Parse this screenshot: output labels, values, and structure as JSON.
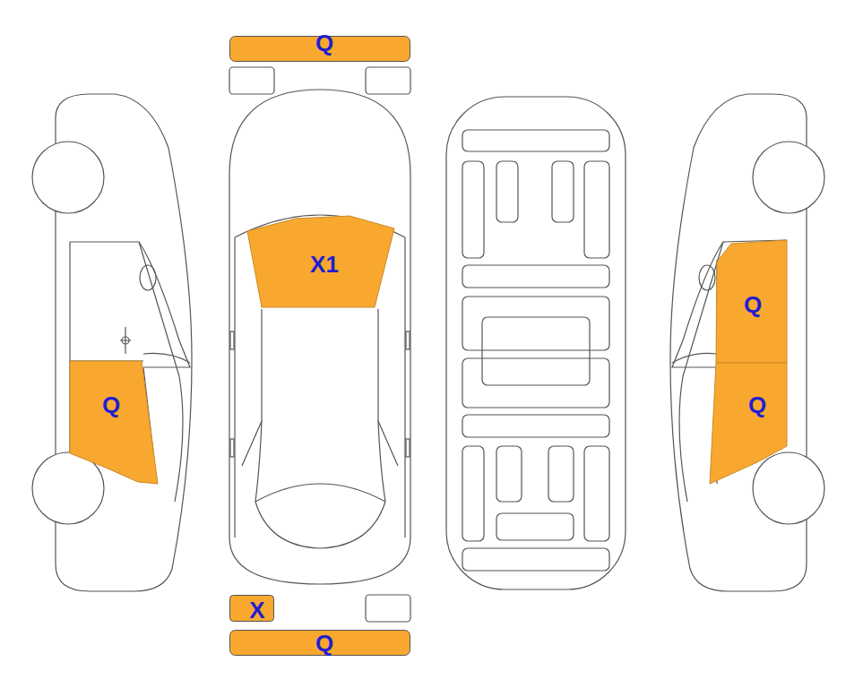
{
  "diagram": {
    "nodes": [
      {
        "text": [
          "Q"
        ]
      },
      {
        "text": [
          "X1"
        ]
      },
      {
        "text": [
          "Q"
        ]
      },
      {
        "text": [
          "Q"
        ]
      },
      {
        "text": [
          "Q"
        ]
      },
      {
        "text": [
          "X"
        ]
      },
      {
        "text": [
          "Q"
        ]
      }
    ]
  }
}
